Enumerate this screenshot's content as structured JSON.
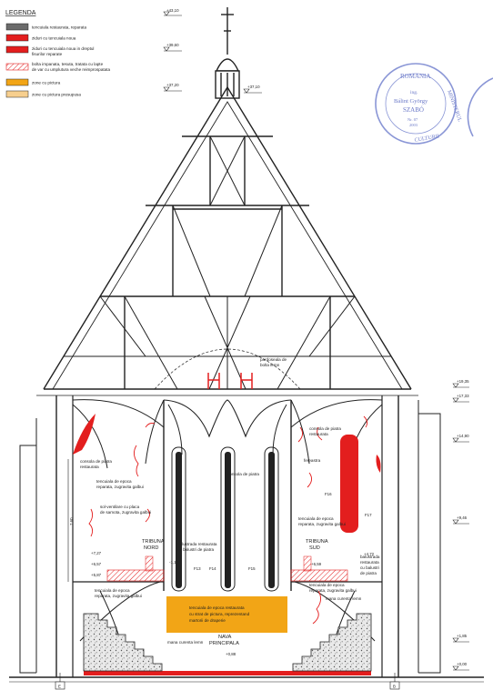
{
  "legend": {
    "title": "LEGENDA",
    "items": [
      {
        "swatch": "#6b6b6b",
        "hatch": false,
        "lines": [
          "tencuiala restaurata, reparata"
        ]
      },
      {
        "swatch": "#e31e1e",
        "hatch": false,
        "lines": [
          "ziduri cu tencuiala noua"
        ]
      },
      {
        "swatch": "#e31e1e",
        "hatch": false,
        "lines": [
          "ziduri cu tencuiala noua in dreptul",
          "fisurilor reparate"
        ]
      },
      {
        "swatch": "#ffffff",
        "hatch": true,
        "lines": [
          "bolta impanata, tesuta, tratata cu lapte",
          "de var cu umplutura veche reimprospatata"
        ]
      },
      {
        "swatch": "#f2a516",
        "hatch": false,
        "lines": [
          "zone cu pictura"
        ]
      },
      {
        "swatch": "#f7cf8e",
        "hatch": false,
        "lines": [
          "zone cu pictura presupusa"
        ]
      }
    ]
  },
  "levels": {
    "top": "+43,10",
    "ridge": "+39,60",
    "spire_left": "+37,20",
    "spire_right": "+37,10",
    "r1": "+19,35",
    "r2": "+17,33",
    "r3": "+14,90",
    "r4": "+9,46",
    "r5": "+1,85",
    "r6": "+0,00",
    "l1": "+7,27",
    "l2": "+6,57",
    "l3": "+5,87",
    "l4": "+4,72",
    "l5": "+6,59",
    "c1": "+0,88",
    "d1": "-1,13"
  },
  "annotations": {
    "consola_left": [
      "consola de piatra",
      "restaurata"
    ],
    "tencuiala_left": [
      "tencuiala de epoca",
      "reparata, zugravita galbui"
    ],
    "sol_left": [
      "sol-ventilare cu placa",
      "de samota, zugravita galbui"
    ],
    "tribuna_nord": [
      "TRIBUNA",
      "NORD"
    ],
    "balustrada_left": [
      "balustrada restaurata",
      "cu balustri de piatra"
    ],
    "tencuiala_low_left": [
      "tencuiala de epoca",
      "reparata, zugravita galbui"
    ],
    "mana_left": "mana curenta lemn",
    "consola_center": "consola de piatra",
    "consola_right": [
      "consola de piatra",
      "restaurata"
    ],
    "fereastra": "fereastra",
    "tencuiala_right": [
      "tencuiala de epoca",
      "reparata, zugravita galbui"
    ],
    "tribuna_sud": [
      "TRIBUNA",
      "SUD"
    ],
    "balustrada_right": [
      "balustrada",
      "restaurata",
      "cu balustri",
      "de piatra"
    ],
    "tencuiala_low_right": [
      "tencuiala de epoca",
      "reparata, zugravita galbui"
    ],
    "mana_right": "mana curenta lemn",
    "bolta": [
      "pardoseala de",
      "bolta lemn"
    ],
    "painted": [
      "tencuiala de epoca restaurata",
      "cu strat de pictura, reprezentand",
      "martorii de draperie"
    ],
    "nave": [
      "NAVA",
      "PRINCIPALA"
    ],
    "window_labels": [
      "F13",
      "F14",
      "F15",
      "F16",
      "F17"
    ],
    "axis_left": "E",
    "axis_right": "B",
    "dim_left": "7,60"
  },
  "stamps": {
    "stamp1": {
      "arc_top": "ROMANIA",
      "arc_right": "MINISTERUL",
      "arc_bottom": "CULTURII",
      "line1": "ing.",
      "line2": "Bálint György",
      "line3": "SZABÓ",
      "line4": "Nr. 07",
      "line5": "2003"
    }
  }
}
